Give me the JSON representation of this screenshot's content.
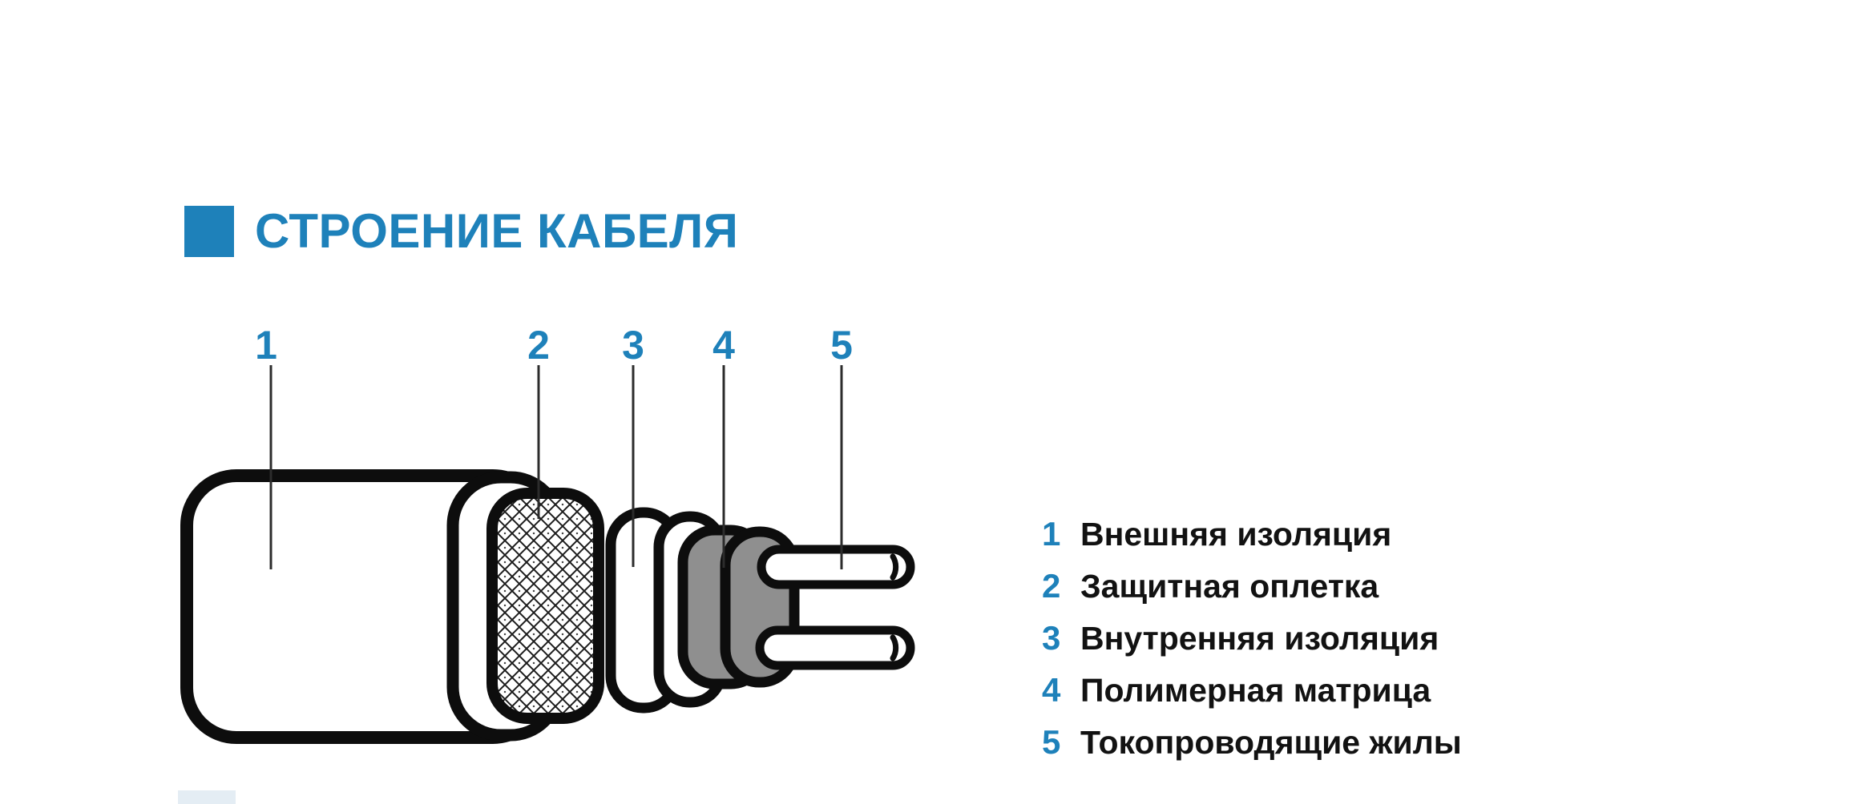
{
  "title": {
    "text": "СТРОЕНИЕ КАБЕЛЯ"
  },
  "colors": {
    "accent_blue": "#1e81ba",
    "text_black": "#121212",
    "matrix_gray": "#8f8f8f",
    "outline_black": "#0d0d0d"
  },
  "diagram": {
    "callouts": [
      "1",
      "2",
      "3",
      "4",
      "5"
    ]
  },
  "legend": {
    "items": [
      {
        "num": "1",
        "label": "Внешняя изоляция"
      },
      {
        "num": "2",
        "label": "Защитная оплетка"
      },
      {
        "num": "3",
        "label": "Внутренняя изоляция"
      },
      {
        "num": "4",
        "label": "Полимерная матрица"
      },
      {
        "num": "5",
        "label": "Токопроводящие жилы"
      }
    ]
  }
}
